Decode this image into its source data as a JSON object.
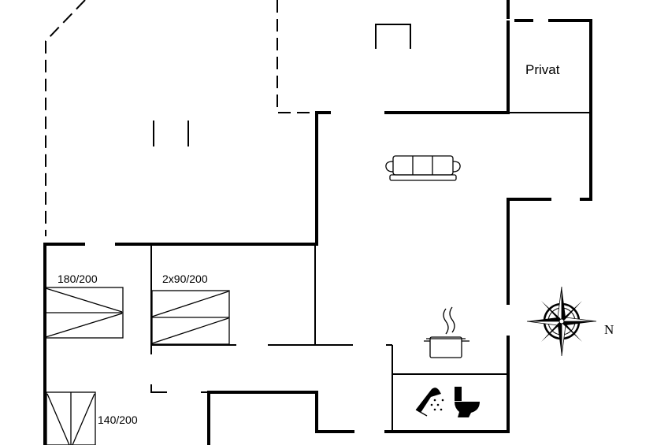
{
  "rooms": {
    "private_label": "Privat",
    "bedroom1_bed": "180/200",
    "bedroom2_bed": "2x90/200",
    "bedroom3_bed": "140/200"
  },
  "compass": {
    "north_label": "N"
  },
  "icons": {
    "sofa": "sofa-icon",
    "cooking_pot": "cooking-pot-icon",
    "shower": "shower-icon",
    "toilet": "toilet-icon",
    "compass": "compass-rose-icon"
  }
}
